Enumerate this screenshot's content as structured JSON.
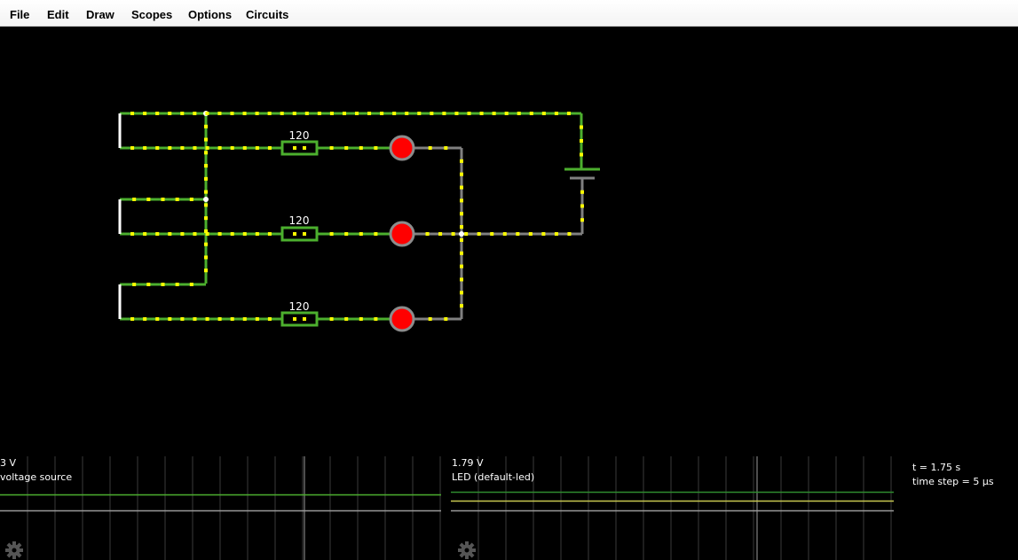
{
  "menu": {
    "file": "File",
    "edit": "Edit",
    "draw": "Draw",
    "scopes": "Scopes",
    "options": "Options",
    "circuits": "Circuits"
  },
  "circuit": {
    "resistors": [
      {
        "value": "120"
      },
      {
        "value": "120"
      },
      {
        "value": "120"
      }
    ],
    "colors": {
      "wire_high": "#4caf2e",
      "wire_low": "#808080",
      "current_dot": "#ffff00",
      "led_fill": "#ff0000",
      "led_ring": "#8c8c8c",
      "node": "#ffffff"
    }
  },
  "scopes": [
    {
      "value": "3 V",
      "label": "voltage source"
    },
    {
      "value": "1.79 V",
      "label": "LED (default-led)"
    }
  ],
  "info": {
    "time": "t = 1.75 s",
    "time_step": "time step = 5  μs"
  },
  "icons": {
    "scope_settings": "gear-icon"
  }
}
